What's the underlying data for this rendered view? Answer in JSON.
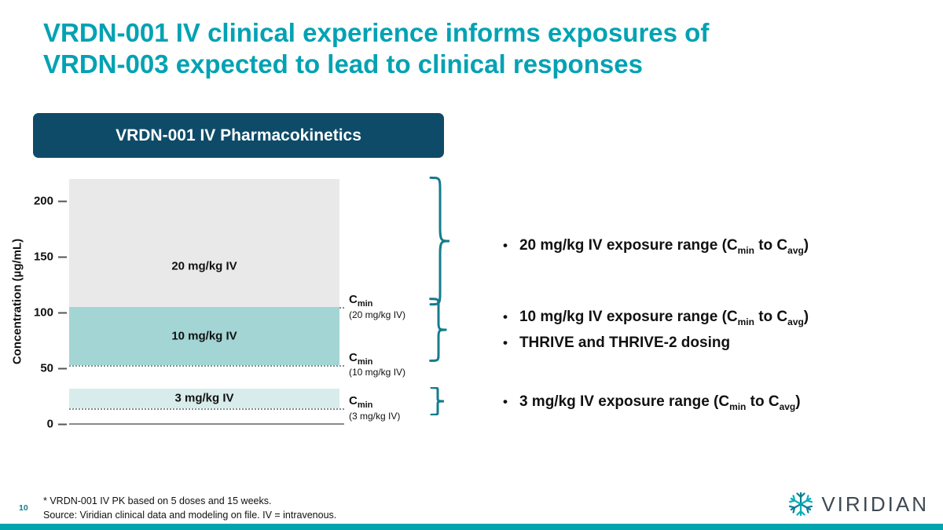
{
  "title": {
    "line1": "VRDN-001 IV clinical experience informs exposures of",
    "line2": "VRDN-003 expected to lead to clinical responses"
  },
  "chart": {
    "header": "VRDN-001 IV Pharmacokinetics"
  },
  "chart_data": {
    "type": "area",
    "title": "VRDN-001 IV Pharmacokinetics",
    "xlabel": "",
    "ylabel": "Concentration (µg/mL)",
    "ylim": [
      0,
      220
    ],
    "yticks": [
      0,
      50,
      100,
      150,
      200
    ],
    "grid": false,
    "bands": [
      {
        "label": "20 mg/kg IV",
        "cmin": 105,
        "cavg": 220,
        "color": "#e9e9e9",
        "annotation": {
          "c": "C",
          "sub": "min",
          "detail": "(20 mg/kg IV)"
        }
      },
      {
        "label": "10 mg/kg IV",
        "cmin": 53,
        "cavg": 105,
        "color": "#a3d5d4",
        "annotation": {
          "c": "C",
          "sub": "min",
          "detail": "(10 mg/kg IV)"
        }
      },
      {
        "label": "3 mg/kg IV",
        "cmin": 14,
        "cavg": 32,
        "color": "#d8eceb",
        "annotation": {
          "c": "C",
          "sub": "min",
          "detail": "(3 mg/kg IV)"
        }
      }
    ]
  },
  "glyphs": {
    "bullet": "•"
  },
  "bullets": [
    {
      "pre": "20 mg/kg IV exposure range (C",
      "sub1": "min",
      "mid": " to C",
      "sub2": "avg",
      "post": ")"
    },
    {
      "pre": "10 mg/kg IV exposure range (C",
      "sub1": "min",
      "mid": " to C",
      "sub2": "avg",
      "post": ")"
    },
    {
      "pre": "THRIVE and THRIVE-2 dosing",
      "sub1": "",
      "mid": "",
      "sub2": "",
      "post": ""
    },
    {
      "pre": "3 mg/kg IV exposure range (C",
      "sub1": "min",
      "mid": " to C",
      "sub2": "avg",
      "post": ")"
    }
  ],
  "footer": {
    "page_number": "10",
    "footnote_line1": "* VRDN-001 IV PK based on 5 doses and 15 weeks.",
    "footnote_line2": "Source: Viridian clinical data and modeling on file. IV = intravenous.",
    "logo_text": "VIRIDIAN"
  },
  "colors": {
    "title_teal": "#00a2b3",
    "header_box_navy": "#0e4b68",
    "brace_teal": "#157c8c",
    "accent_bar_teal": "#00a5ae",
    "page_number_teal": "#157c8c"
  }
}
